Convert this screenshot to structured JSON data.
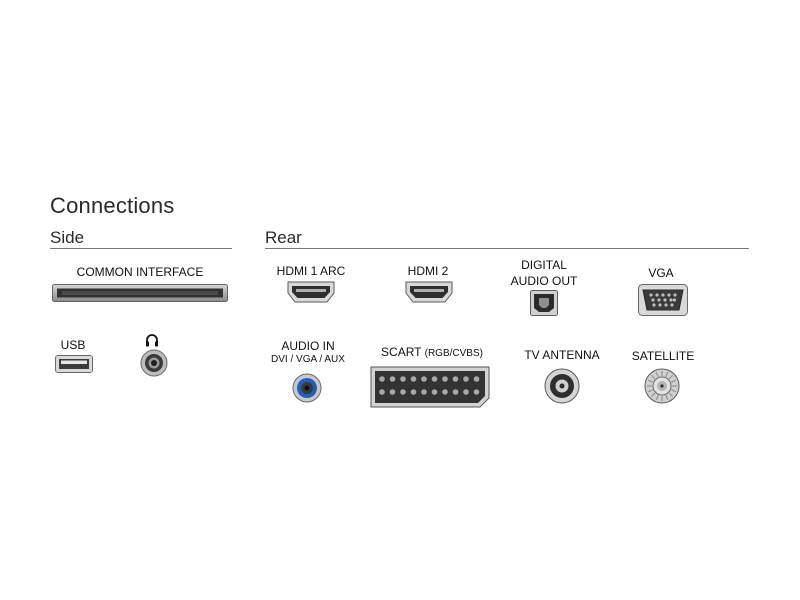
{
  "title": "Connections",
  "side": {
    "heading": "Side",
    "ports": {
      "common_interface": {
        "label": "COMMON INTERFACE",
        "icon": "ci-slot-icon"
      },
      "usb": {
        "label": "USB",
        "icon": "usb-port-icon"
      },
      "headphones": {
        "icon": "headphones-icon"
      }
    }
  },
  "rear": {
    "heading": "Rear",
    "ports": {
      "hdmi1": {
        "label": "HDMI 1 ARC",
        "icon": "hdmi-port-icon"
      },
      "hdmi2": {
        "label": "HDMI 2",
        "icon": "hdmi-port-icon"
      },
      "digital_audio": {
        "label_line1": "DIGITAL",
        "label_line2": "AUDIO OUT",
        "icon": "optical-port-icon"
      },
      "vga": {
        "label": "VGA",
        "icon": "vga-port-icon"
      },
      "audio_in": {
        "label": "AUDIO IN",
        "sublabel": "DVI / VGA / AUX",
        "icon": "audio-jack-icon",
        "accent": "#1f5fbf"
      },
      "scart": {
        "label": "SCART",
        "sublabel": "(RGB/CVBS)",
        "icon": "scart-port-icon"
      },
      "tv_antenna": {
        "label": "TV ANTENNA",
        "icon": "antenna-port-icon"
      },
      "satellite": {
        "label": "SATELLITE",
        "icon": "satellite-port-icon"
      }
    }
  },
  "colors": {
    "port_dark": "#3a3a3a",
    "port_mid": "#9a9a9a",
    "port_light": "#e6e6e6",
    "accent_blue": "#1f5fbf"
  }
}
